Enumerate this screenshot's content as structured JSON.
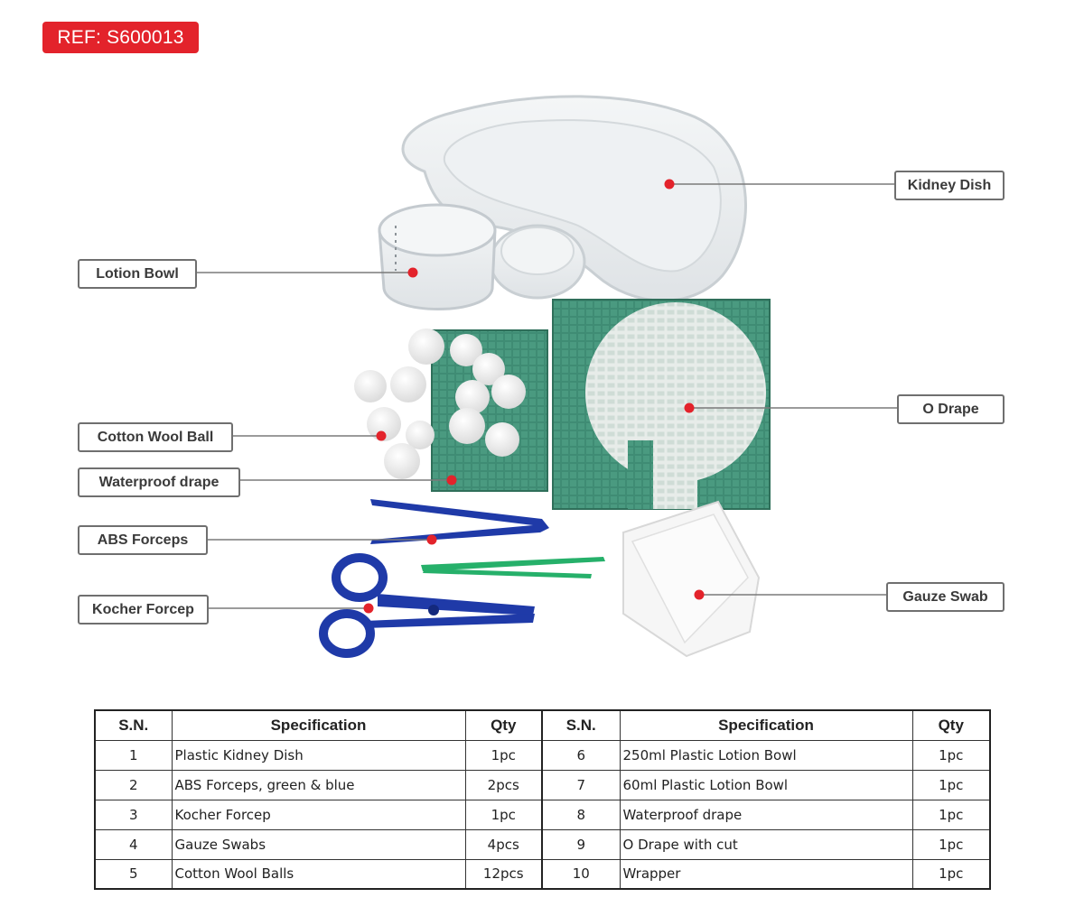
{
  "ref_badge": "REF: S600013",
  "colors": {
    "badge_red": "#e3232b",
    "marker_red": "#e3232b",
    "drape_green": "#3f8c74",
    "forceps_blue": "#1f3aa8",
    "forceps_green": "#26b06a"
  },
  "callouts": [
    {
      "label": "Kidney Dish"
    },
    {
      "label": "Lotion Bowl"
    },
    {
      "label": "O Drape"
    },
    {
      "label": "Cotton Wool Ball"
    },
    {
      "label": "Waterproof drape"
    },
    {
      "label": "ABS Forceps"
    },
    {
      "label": "Gauze Swab"
    },
    {
      "label": "Kocher Forcep"
    }
  ],
  "table": {
    "headers": [
      "S.N.",
      "Specification",
      "Qty",
      "S.N.",
      "Specification",
      "Qty"
    ],
    "rows": [
      {
        "sn_a": "1",
        "spec_a": "Plastic Kidney Dish",
        "qty_a": "1pc",
        "sn_b": "6",
        "spec_b": "250ml Plastic Lotion Bowl",
        "qty_b": "1pc"
      },
      {
        "sn_a": "2",
        "spec_a": "ABS Forceps, green & blue",
        "qty_a": "2pcs",
        "sn_b": "7",
        "spec_b": "60ml Plastic Lotion Bowl",
        "qty_b": "1pc"
      },
      {
        "sn_a": "3",
        "spec_a": "Kocher Forcep",
        "qty_a": "1pc",
        "sn_b": "8",
        "spec_b": "Waterproof drape",
        "qty_b": "1pc"
      },
      {
        "sn_a": "4",
        "spec_a": "Gauze Swabs",
        "qty_a": "4pcs",
        "sn_b": "9",
        "spec_b": "O Drape with cut",
        "qty_b": "1pc"
      },
      {
        "sn_a": "5",
        "spec_a": "Cotton Wool Balls",
        "qty_a": "12pcs",
        "sn_b": "10",
        "spec_b": "Wrapper",
        "qty_b": "1pc"
      }
    ]
  }
}
